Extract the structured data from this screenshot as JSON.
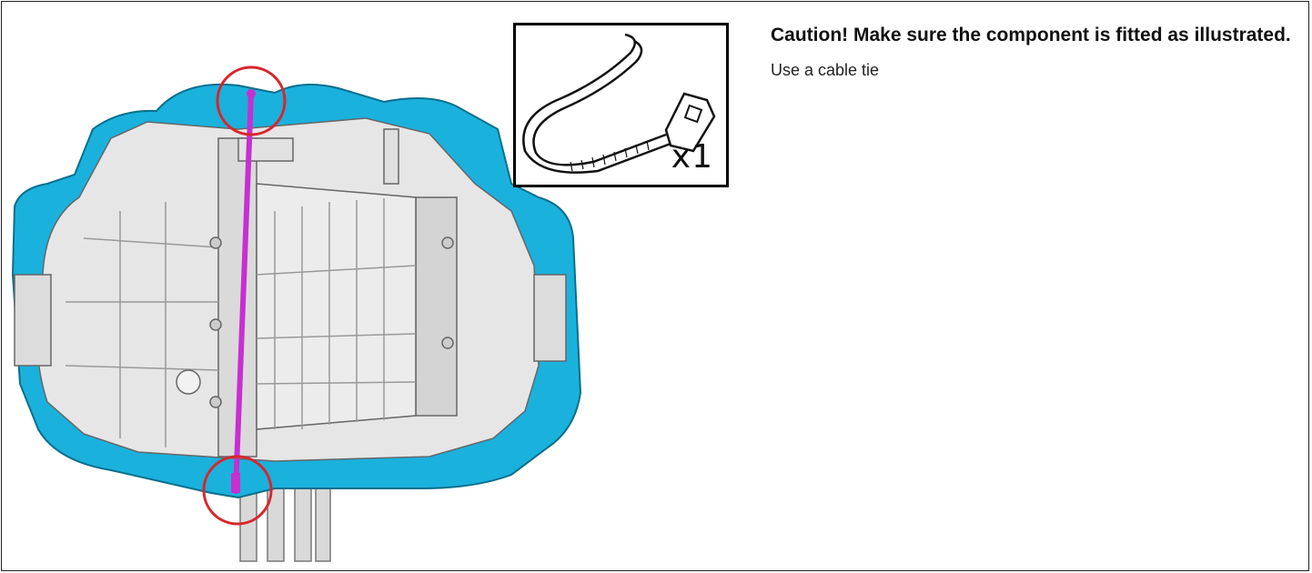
{
  "caution_text": "Caution!  Make sure the component is fitted as illustrated.",
  "instruction_text": "Use a cable tie",
  "parts_inset": {
    "part_icon": "cable-tie-icon",
    "quantity_label": "x1"
  },
  "colors": {
    "shield": "#1ab1dd",
    "cable_tie": "#c72fd1",
    "highlight_circle": "#d9262b",
    "housing": "#e6e6e6"
  }
}
